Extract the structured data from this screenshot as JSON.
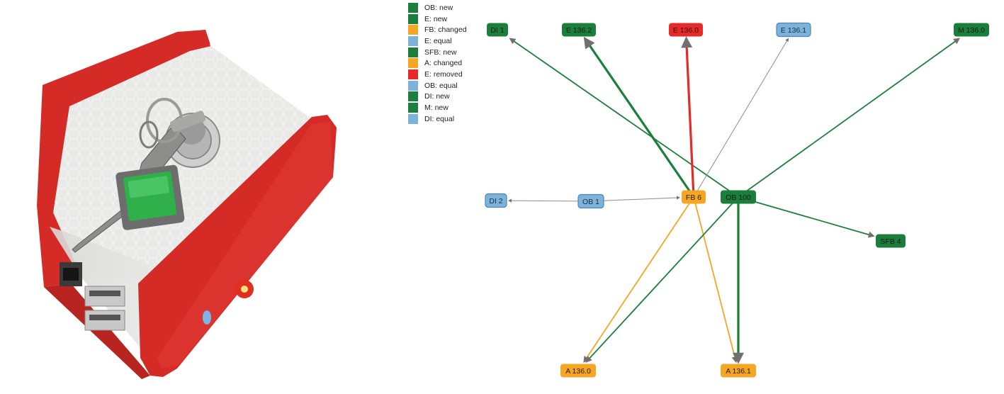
{
  "photo": {
    "caption": "",
    "colors": {
      "casing": "#d52b27",
      "body": "#e6e6e4",
      "button": "#2fb04a",
      "led": "#e23020"
    }
  },
  "legend": [
    {
      "label": "OB: new",
      "color": "#1b7f3b"
    },
    {
      "label": "E: new",
      "color": "#1b7f3b"
    },
    {
      "label": "FB: changed",
      "color": "#f5a623"
    },
    {
      "label": "E: equal",
      "color": "#7fb2d9"
    },
    {
      "label": "SFB: new",
      "color": "#1b7f3b"
    },
    {
      "label": "A: changed",
      "color": "#f5a623"
    },
    {
      "label": "E: removed",
      "color": "#e52a2a"
    },
    {
      "label": "OB: equal",
      "color": "#7fb2d9"
    },
    {
      "label": "DI: new",
      "color": "#1b7f3b"
    },
    {
      "label": "M: new",
      "color": "#1b7f3b"
    },
    {
      "label": "DI: equal",
      "color": "#7fb2d9"
    }
  ],
  "graph": {
    "status_colors": {
      "new": "#1b7f3b",
      "changed": "#f5a623",
      "equal": "#7fb2d9",
      "removed": "#e52a2a",
      "reference": "#8c8c8c"
    },
    "nodes": [
      {
        "id": "di1",
        "label": "DI 1",
        "status": "new"
      },
      {
        "id": "e1362",
        "label": "E 136.2",
        "status": "new"
      },
      {
        "id": "e1360",
        "label": "E 136.0",
        "status": "removed"
      },
      {
        "id": "e1361",
        "label": "E 136.1",
        "status": "equal"
      },
      {
        "id": "m1360",
        "label": "M 136.0",
        "status": "new"
      },
      {
        "id": "di2",
        "label": "DI 2",
        "status": "equal"
      },
      {
        "id": "ob1",
        "label": "OB 1",
        "status": "equal"
      },
      {
        "id": "fb6",
        "label": "FB 6",
        "status": "changed"
      },
      {
        "id": "ob100",
        "label": "OB 100",
        "status": "new"
      },
      {
        "id": "sfb4",
        "label": "SFB 4",
        "status": "new"
      },
      {
        "id": "a1360",
        "label": "A 136.0",
        "status": "changed"
      },
      {
        "id": "a1361",
        "label": "A 136.1",
        "status": "changed"
      }
    ],
    "edges": [
      {
        "from": "ob100",
        "to": "di1",
        "status": "new",
        "weight": "thin"
      },
      {
        "from": "fb6",
        "to": "e1362",
        "status": "new",
        "weight": "thick"
      },
      {
        "from": "fb6",
        "to": "e1360",
        "status": "removed",
        "weight": "thick"
      },
      {
        "from": "fb6",
        "to": "e1361",
        "status": "reference",
        "weight": "thin"
      },
      {
        "from": "ob100",
        "to": "m1360",
        "status": "new",
        "weight": "thin"
      },
      {
        "from": "ob1",
        "to": "di2",
        "status": "reference",
        "weight": "thin"
      },
      {
        "from": "ob1",
        "to": "fb6",
        "status": "reference",
        "weight": "thin"
      },
      {
        "from": "ob100",
        "to": "sfb4",
        "status": "new",
        "weight": "thin"
      },
      {
        "from": "fb6",
        "to": "a1360",
        "status": "changed",
        "weight": "thin"
      },
      {
        "from": "fb6",
        "to": "a1361",
        "status": "changed",
        "weight": "thin"
      },
      {
        "from": "ob100",
        "to": "a1360",
        "status": "new",
        "weight": "thin"
      },
      {
        "from": "ob100",
        "to": "a1361",
        "status": "new",
        "weight": "thick"
      }
    ]
  }
}
